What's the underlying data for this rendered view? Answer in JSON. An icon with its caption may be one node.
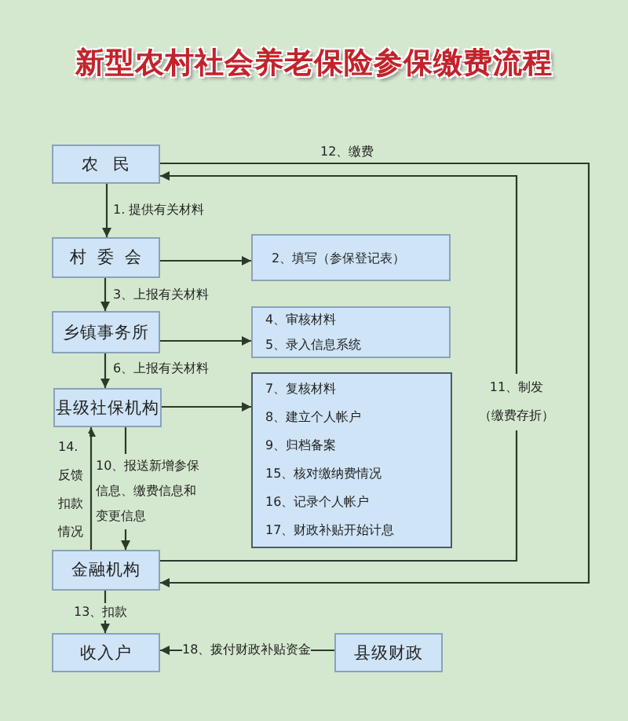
{
  "diagram": {
    "title": "新型农村社会养老保险参保缴费流程",
    "nodes": [
      {
        "text": [
          "农民"
        ]
      },
      {
        "text": [
          "村委会"
        ]
      },
      {
        "text": [
          "2、填写（参保登记表）"
        ]
      },
      {
        "text": [
          "乡镇事务所"
        ]
      },
      {
        "text": [
          "4、审核材料",
          "5、录入信息系统"
        ]
      },
      {
        "text": [
          "县级社保机构"
        ]
      },
      {
        "text": [
          "7、复核材料",
          "8、建立个人帐户",
          "9、归档备案",
          "15、核对缴纳费情况",
          "16、记录个人帐户",
          "17、财政补贴开始计息"
        ]
      },
      {
        "text": [
          "金融机构"
        ]
      },
      {
        "text": [
          "收入户"
        ]
      },
      {
        "text": [
          "县级财政"
        ]
      }
    ],
    "edges": [
      {
        "from": 0,
        "to": 1,
        "arrow": "to",
        "label": "1. 提供有关材料"
      },
      {
        "from": 1,
        "to": 2,
        "arrow": "to"
      },
      {
        "from": 1,
        "to": 3,
        "arrow": "to",
        "label": "3、上报有关材料"
      },
      {
        "from": 3,
        "to": 4,
        "arrow": "to"
      },
      {
        "from": 3,
        "to": 5,
        "arrow": "to",
        "label": "6、上报有关材料"
      },
      {
        "from": 5,
        "to": 6,
        "arrow": "to"
      },
      {
        "from": 5,
        "to": 7,
        "arrow": "to",
        "label": "10、报送新增参保信息、缴费信息和变更信息"
      },
      {
        "from": 7,
        "to": 0,
        "arrow": "to",
        "label": "11、制发（缴费存折）"
      },
      {
        "from": 0,
        "to": 7,
        "arrow": "to",
        "label": "12、缴费"
      },
      {
        "from": 7,
        "to": 8,
        "arrow": "to",
        "label": "13、扣款"
      },
      {
        "from": 7,
        "to": 5,
        "arrow": "to",
        "label": "14.反馈扣款情况"
      },
      {
        "from": 9,
        "to": 8,
        "arrow": "to",
        "label": "18、拨付财政补贴资金"
      }
    ]
  }
}
